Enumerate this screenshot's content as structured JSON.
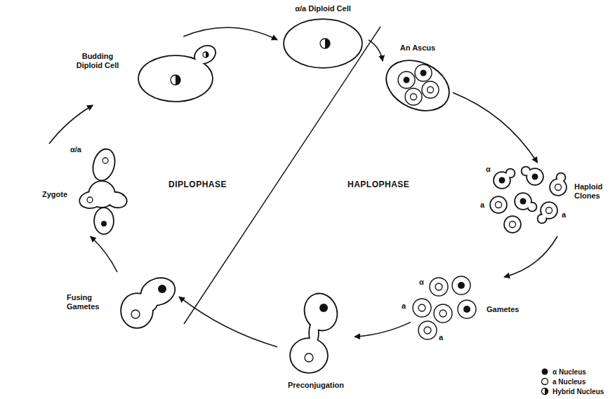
{
  "diagram": {
    "nodes": [
      {
        "text": [
          "α/a Diploid Cell"
        ]
      },
      {
        "text": [
          "An Ascus"
        ]
      },
      {
        "text": [
          "Haploid Clones"
        ]
      },
      {
        "text": [
          "Gametes"
        ]
      },
      {
        "text": [
          "Preconjugation"
        ]
      },
      {
        "text": [
          "Fusing Gametes"
        ]
      },
      {
        "text": [
          "Zygote"
        ]
      },
      {
        "text": [
          "Budding Diploid Cell"
        ]
      }
    ],
    "edges": [
      {
        "from": 0,
        "to": 1,
        "arrow": "to"
      },
      {
        "from": 1,
        "to": 2,
        "arrow": "to"
      },
      {
        "from": 2,
        "to": 3,
        "arrow": "to"
      },
      {
        "from": 3,
        "to": 4,
        "arrow": "to"
      },
      {
        "from": 4,
        "to": 5,
        "arrow": "to"
      },
      {
        "from": 5,
        "to": 6,
        "arrow": "to"
      },
      {
        "from": 6,
        "to": 7,
        "arrow": "to"
      },
      {
        "from": 7,
        "to": 0,
        "arrow": "to"
      }
    ],
    "labels": [
      "α/a",
      "DIPLOPHASE",
      "HAPLOPHASE",
      "α",
      "a",
      "a",
      "α",
      "a",
      "a"
    ],
    "legend": [
      {
        "text": "α Nucleus"
      },
      {
        "text": "a Nucleus"
      },
      {
        "text": "Hybrid Nucleus"
      }
    ]
  }
}
